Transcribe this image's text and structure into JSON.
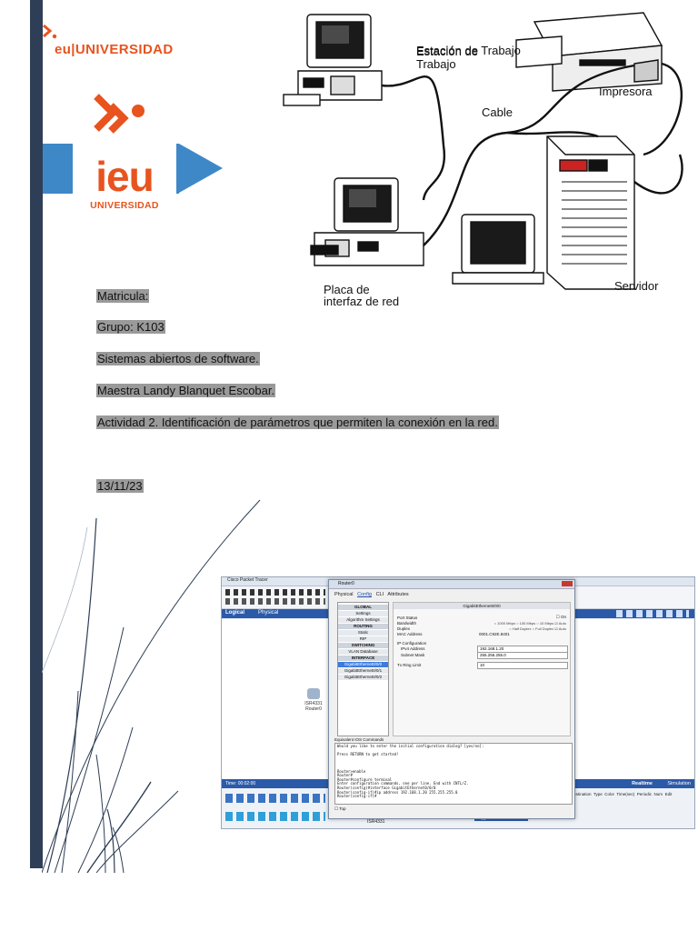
{
  "brand": {
    "header_wordmark": "eu|UNIVERSIDAD",
    "logo_main": "ieu",
    "logo_sub": "UNIVERSIDAD"
  },
  "diagram": {
    "labels": {
      "workstation": "Estación de Trabajo",
      "printer": "Impresora",
      "cable": "Cable",
      "server": "Servidor",
      "nic_line1": "Placa de",
      "nic_line2": "interfaz de red"
    }
  },
  "info": {
    "matricula": "Matricula:",
    "grupo": "Grupo: K103",
    "materia": "Sistemas abiertos de software.",
    "maestra": "Maestra Landy Blanquet Escobar.",
    "actividad": "Actividad 2. Identificación de parámetros que permiten la conexión en la red.",
    "fecha": "13/11/23"
  },
  "packet_tracer": {
    "app_title": "Cisco Packet Tracer",
    "dialog_title": "Router0",
    "tabs": [
      "Physical",
      "Config",
      "CLI",
      "Attributes"
    ],
    "active_tab": "Config",
    "side_menu": [
      "GLOBAL",
      "Settings",
      "Algorithm Settings",
      "ROUTING",
      "Static",
      "RIP",
      "SWITCHING",
      "VLAN Database",
      "INTERFACE",
      "GigabitEthernet0/0/0",
      "GigabitEthernet0/0/1",
      "GigabitEthernet0/0/2"
    ],
    "panel_header": "GigabitEthernet0/0/0",
    "fields": {
      "port_status_label": "Port Status",
      "port_status_value": "On",
      "bandwidth_label": "Bandwidth",
      "bandwidth_options": [
        "1000 Mbps",
        "100 Mbps",
        "10 Mbps",
        "Auto"
      ],
      "duplex_label": "Duplex",
      "duplex_options": [
        "Half Duplex",
        "Full Duplex",
        "Auto"
      ],
      "mac_label": "MAC Address",
      "mac_value": "0001.C92E.8401",
      "ip_config_label": "IP Configuration",
      "ipv4_label": "IPv4 Address",
      "ipv4_value": "192.168.1.20",
      "mask_label": "Subnet Mask",
      "mask_value": "255.255.255.0",
      "tx_ring_label": "Tx Ring Limit",
      "tx_ring_value": "10"
    },
    "console_title": "Equivalent IOS Commands",
    "console_lines": [
      "Would you like to enter the initial configuration dialog? [yes/no]:",
      "",
      "Press RETURN to get started!",
      "",
      "",
      "",
      "Router>enable",
      "Router#",
      "Router#configure terminal",
      "Enter configuration commands, one per line.  End with CNTL/Z.",
      "Router(config)#interface GigabitEthernet0/0/0",
      "Router(config-if)#ip address 192.168.1.20 255.255.255.0",
      "Router(config-if)#"
    ],
    "top_checkbox": "Top",
    "logical_tab": "Logical",
    "physical_tab": "Physical",
    "device_label_1": "ISR4331",
    "device_label_2": "Router0",
    "time_label": "Time: 00:02:00",
    "realtime_label": "Realtime",
    "simulation_label": "Simulation",
    "bottom_device": "ISR4331",
    "bottom_status": "Toggle PDU List Window",
    "pdu_headers": [
      "Destination",
      "Type",
      "Color",
      "Time(sec)",
      "Periodic",
      "Num",
      "Edit"
    ]
  },
  "colors": {
    "brand_orange": "#e8531e",
    "brand_blue": "#3f88c8",
    "sidebar_navy": "#2e3e56",
    "highlight_grey": "#9a9a9a"
  }
}
